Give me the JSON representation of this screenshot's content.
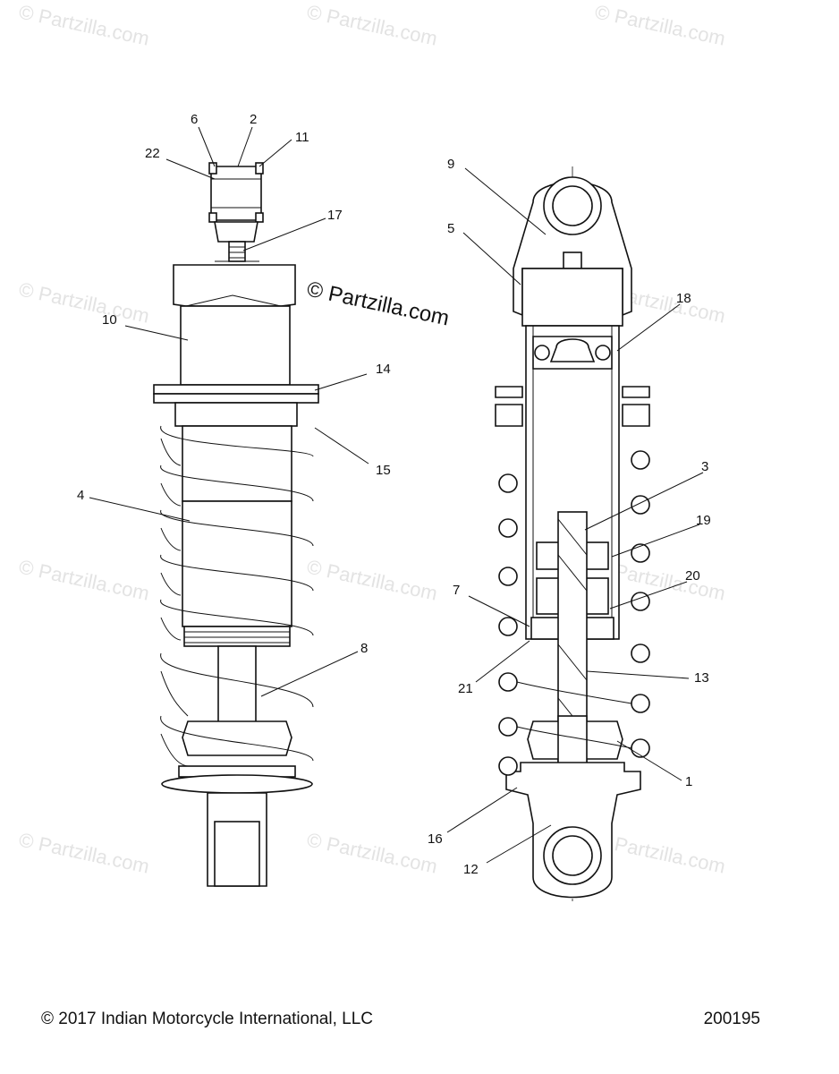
{
  "watermark": {
    "text": "© Partzilla.com",
    "prominent_text": "© Partzilla.com"
  },
  "callouts": {
    "c1": "1",
    "c2": "2",
    "c3": "3",
    "c4": "4",
    "c5": "5",
    "c6": "6",
    "c7": "7",
    "c8": "8",
    "c9": "9",
    "c10": "10",
    "c11": "11",
    "c12": "12",
    "c13": "13",
    "c14": "14",
    "c15": "15",
    "c16": "16",
    "c17": "17",
    "c18": "18",
    "c19": "19",
    "c20": "20",
    "c21": "21",
    "c22": "22"
  },
  "footer": {
    "copyright": "© 2017 Indian Motorcycle International, LLC",
    "diagram_code": "200195"
  }
}
